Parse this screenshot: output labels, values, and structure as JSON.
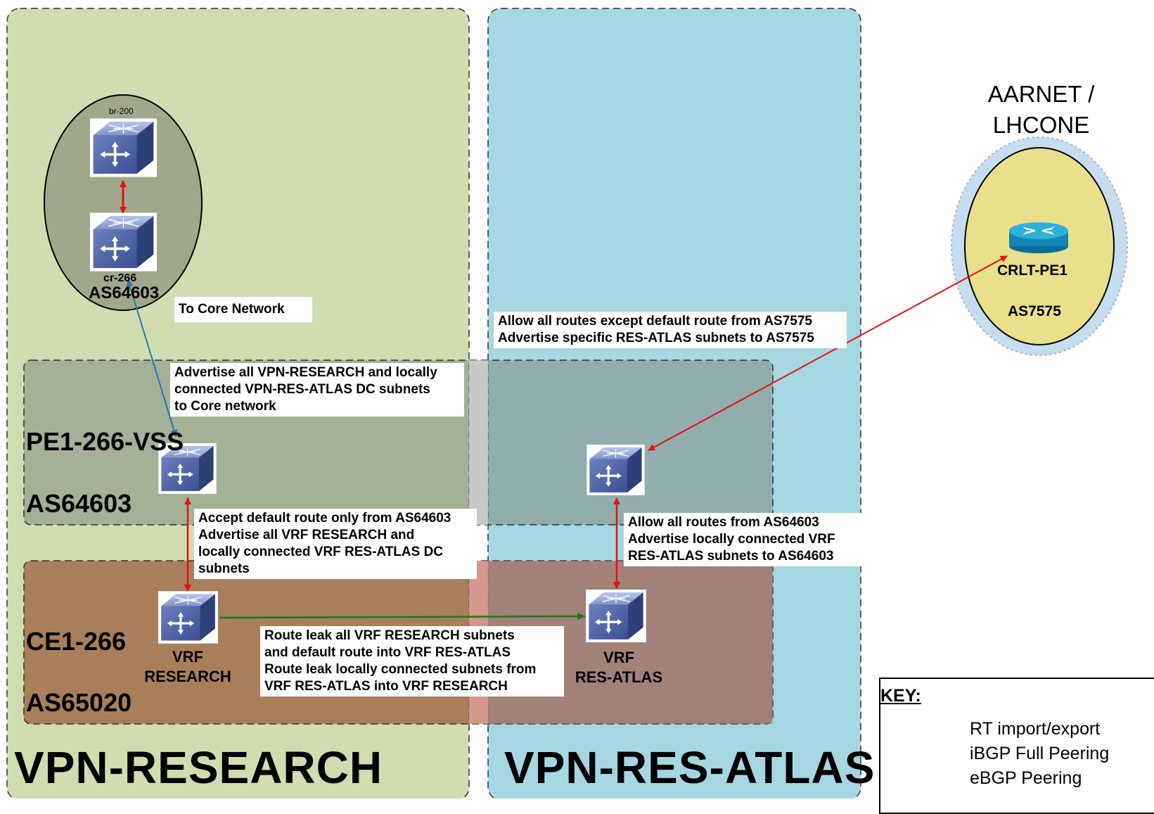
{
  "zones": {
    "research_title": "VPN-RESEARCH",
    "atlas_title": "VPN-RES-ATLAS"
  },
  "core": {
    "top_router": "br-200",
    "bottom_router": "cr-266",
    "as": "AS64603"
  },
  "pe": {
    "name": "PE1-266-VSS",
    "as": "AS64603"
  },
  "ce": {
    "name": "CE1-266",
    "as": "AS65020",
    "vrf_research": "VRF\nRESEARCH",
    "vrf_atlas": "VRF\nRES-ATLAS"
  },
  "external": {
    "cloud_title": "AARNET /\nLHCONE",
    "router": "CRLT-PE1",
    "as": "AS7575"
  },
  "notes": {
    "core": "To Core Network",
    "advertise_core": "Advertise all VPN-RESEARCH and locally\nconnected VPN-RES-ATLAS DC subnets\nto Core network",
    "aarnet": "Allow all routes except default route from AS7575\nAdvertise specific RES-ATLAS subnets to AS7575",
    "research_pe_ce": "Accept default route only from AS64603\nAdvertise all VRF RESEARCH and\nlocally connected VRF RES-ATLAS DC\nsubnets",
    "atlas_pe_ce": "Allow all routes from AS64603\nAdvertise locally connected VRF\nRES-ATLAS subnets to AS64603",
    "route_leak": "Route leak all VRF RESEARCH subnets\nand default route into VRF RES-ATLAS\nRoute leak locally connected subnets from\nVRF RES-ATLAS into VRF RESEARCH"
  },
  "key": {
    "title": "KEY:",
    "items": [
      {
        "label": "RT import/export",
        "color": "#1a7a1a"
      },
      {
        "label": "iBGP Full Peering",
        "color": "#3a6ef0"
      },
      {
        "label": "eBGP Peering",
        "color": "#e81010"
      }
    ]
  },
  "colors": {
    "research_zone": "#cfddb0",
    "atlas_zone": "#a6d6e2",
    "pe_band": "#7f8c84",
    "ce_band": "#9a5a3a",
    "cloud_fill": "#e8e08a",
    "cloud_edge": "#c6ddf0"
  }
}
